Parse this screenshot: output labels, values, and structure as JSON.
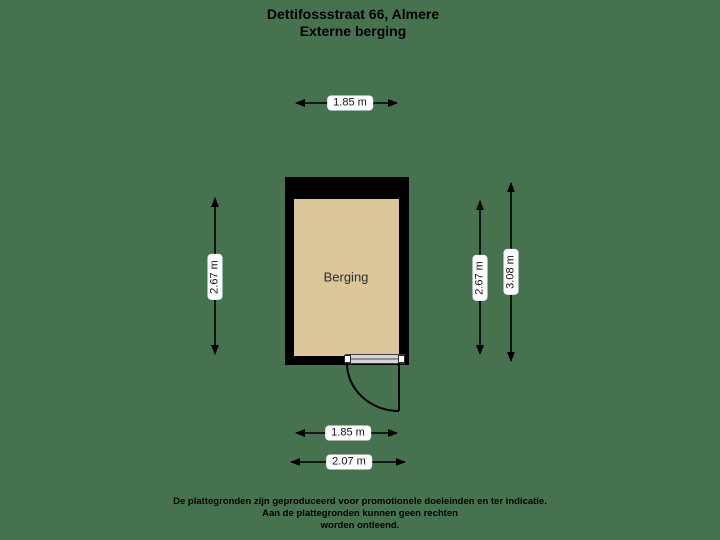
{
  "title": {
    "line1": "Dettifossstraat 66, Almere",
    "line2": "Externe berging"
  },
  "floor_plan": {
    "room_label": "Berging"
  },
  "dimensions": {
    "top_width": "1.85 m",
    "left_height": "2.67 m",
    "right_inner_height": "2.67 m",
    "right_outer_height": "3.08 m",
    "bottom_inner_width": "1.85 m",
    "bottom_outer_width": "2.07 m"
  },
  "footer": {
    "line1": "De plattegronden zijn geproduceerd voor promotionele doeleinden en ter indicatie.",
    "line2": "Aan de plattegronden kunnen geen rechten",
    "line3": "worden ontleend."
  },
  "colors": {
    "background": "#47724f",
    "wall": "#000000",
    "room_fill": "#dbc79a",
    "label_background": "#ffffff",
    "dimension_line": "#000000"
  }
}
